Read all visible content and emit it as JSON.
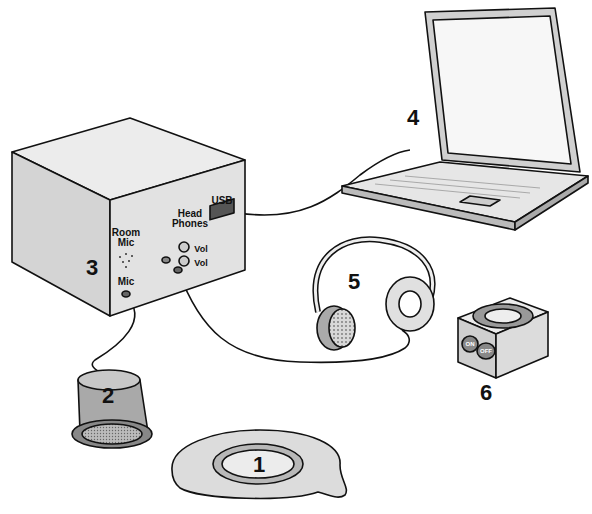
{
  "diagram": {
    "labels": [
      "3",
      "Room Mic",
      "Head Phones",
      "USB",
      "Vol",
      "Vol",
      "Mic",
      "4",
      "5",
      "6",
      "ON",
      "OFF",
      "2",
      "1"
    ]
  }
}
